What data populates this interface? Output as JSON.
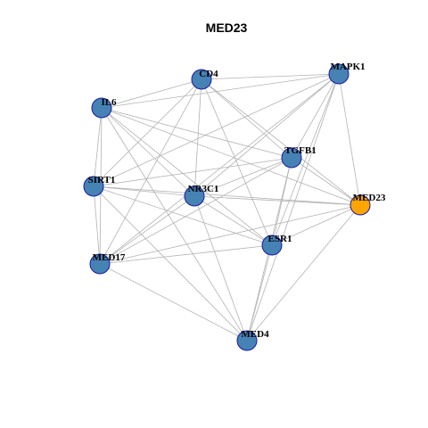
{
  "title": "MED23",
  "colors": {
    "background": "#ffffff",
    "edge": "#b3b3b3",
    "node_fill": "#4682b4",
    "node_stroke": "#1a1aa6",
    "focus_fill": "#ffa500",
    "focus_stroke": "#1a1aa6",
    "label": "#000000"
  },
  "nodes": [
    {
      "id": "CD4",
      "label": "CD4",
      "focus": false
    },
    {
      "id": "MAPK1",
      "label": "MAPK1",
      "focus": false
    },
    {
      "id": "IL6",
      "label": "IL6",
      "focus": false
    },
    {
      "id": "TGFB1",
      "label": "TGFB1",
      "focus": false
    },
    {
      "id": "SIRT1",
      "label": "SIRT1",
      "focus": false
    },
    {
      "id": "NR3C1",
      "label": "NR3C1",
      "focus": false
    },
    {
      "id": "MED23",
      "label": "MED23",
      "focus": true
    },
    {
      "id": "ESR1",
      "label": "ESR1",
      "focus": false
    },
    {
      "id": "MED17",
      "label": "MED17",
      "focus": false
    },
    {
      "id": "MED4",
      "label": "MED4",
      "focus": false
    }
  ],
  "edges": [
    [
      "CD4",
      "MAPK1"
    ],
    [
      "CD4",
      "IL6"
    ],
    [
      "CD4",
      "TGFB1"
    ],
    [
      "CD4",
      "SIRT1"
    ],
    [
      "CD4",
      "NR3C1"
    ],
    [
      "CD4",
      "ESR1"
    ],
    [
      "CD4",
      "MED17"
    ],
    [
      "CD4",
      "MED23"
    ],
    [
      "MAPK1",
      "IL6"
    ],
    [
      "MAPK1",
      "TGFB1"
    ],
    [
      "MAPK1",
      "SIRT1"
    ],
    [
      "MAPK1",
      "NR3C1"
    ],
    [
      "MAPK1",
      "MED23"
    ],
    [
      "MAPK1",
      "ESR1"
    ],
    [
      "MAPK1",
      "MED4"
    ],
    [
      "MAPK1",
      "MED17"
    ],
    [
      "IL6",
      "TGFB1"
    ],
    [
      "IL6",
      "SIRT1"
    ],
    [
      "IL6",
      "NR3C1"
    ],
    [
      "IL6",
      "ESR1"
    ],
    [
      "IL6",
      "MED17"
    ],
    [
      "IL6",
      "MED4"
    ],
    [
      "IL6",
      "MED23"
    ],
    [
      "TGFB1",
      "SIRT1"
    ],
    [
      "TGFB1",
      "NR3C1"
    ],
    [
      "TGFB1",
      "ESR1"
    ],
    [
      "TGFB1",
      "MED17"
    ],
    [
      "TGFB1",
      "MED4"
    ],
    [
      "TGFB1",
      "MED23"
    ],
    [
      "SIRT1",
      "NR3C1"
    ],
    [
      "SIRT1",
      "ESR1"
    ],
    [
      "SIRT1",
      "MED17"
    ],
    [
      "SIRT1",
      "MED4"
    ],
    [
      "SIRT1",
      "MED23"
    ],
    [
      "NR3C1",
      "ESR1"
    ],
    [
      "NR3C1",
      "MED17"
    ],
    [
      "NR3C1",
      "MED4"
    ],
    [
      "NR3C1",
      "MED23"
    ],
    [
      "ESR1",
      "MED23"
    ],
    [
      "ESR1",
      "MED17"
    ],
    [
      "ESR1",
      "MED4"
    ],
    [
      "MED17",
      "MED23"
    ],
    [
      "MED17",
      "MED4"
    ],
    [
      "MED4",
      "MED23"
    ]
  ]
}
